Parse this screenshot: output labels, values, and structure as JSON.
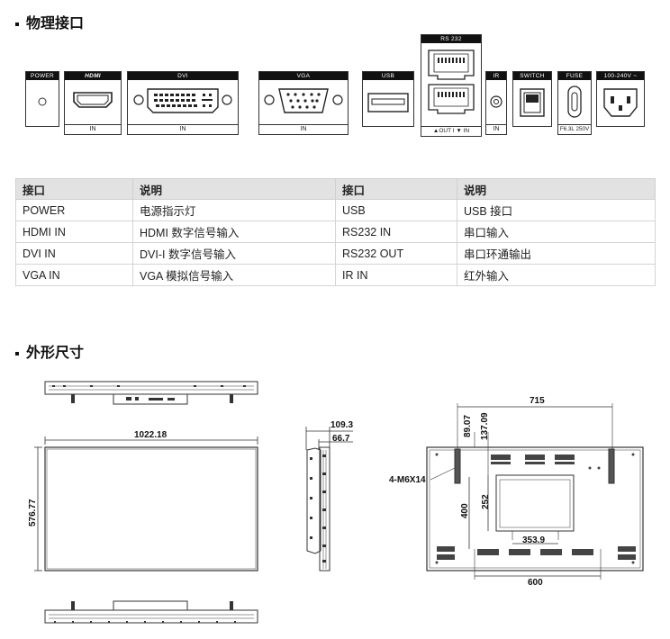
{
  "sections": {
    "interfaces_title": "物理接口",
    "dimensions_title": "外形尺寸"
  },
  "ports": {
    "power": {
      "header": "POWER"
    },
    "hdmi": {
      "header": "HDMI",
      "footer": "IN"
    },
    "dvi": {
      "header": "DVI",
      "footer": "IN"
    },
    "vga": {
      "header": "VGA",
      "footer": "IN"
    },
    "usb": {
      "header": "USB"
    },
    "rs232": {
      "header": "RS 232",
      "footer": "▲OUT I ▼ IN"
    },
    "ir": {
      "header": "IR",
      "footer": "IN"
    },
    "switch": {
      "header": "SWITCH"
    },
    "fuse": {
      "header": "FUSE",
      "footer": "F6.3L 250V"
    },
    "ac": {
      "header": "100-240V ~"
    }
  },
  "table": {
    "headers": [
      "接口",
      "说明",
      "接口",
      "说明"
    ],
    "rows": [
      [
        "POWER",
        "电源指示灯",
        "USB",
        "USB 接口"
      ],
      [
        "HDMI IN",
        "HDMI 数字信号输入",
        "RS232 IN",
        "串口输入"
      ],
      [
        "DVI IN",
        "DVI-I 数字信号输入",
        "RS232 OUT",
        "串口环通输出"
      ],
      [
        "VGA IN",
        "VGA 模拟信号输入",
        "IR IN",
        "红外输入"
      ]
    ]
  },
  "dimensions": {
    "width": "1022.18",
    "height": "576.77",
    "depth_total": "109.3",
    "depth_body": "66.7",
    "rear_width": "715",
    "top_offset_1": "89.07",
    "top_offset_2": "137.09",
    "mount_label": "4-M6X14",
    "mount_vertical": "400",
    "box_height": "252",
    "box_width": "353.9",
    "mount_horizontal": "600"
  }
}
